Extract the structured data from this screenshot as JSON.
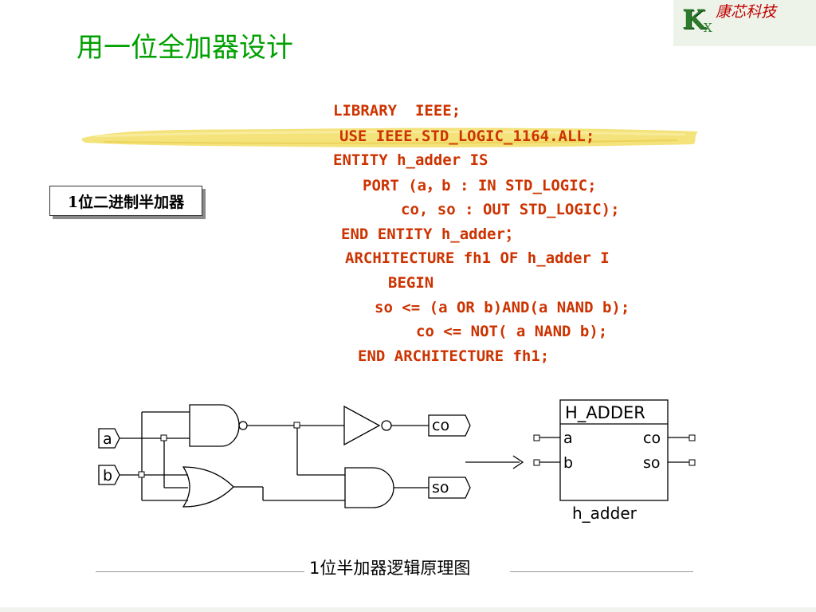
{
  "logo": {
    "letter_k": "K",
    "letter_x": "X",
    "company": "康芯科技"
  },
  "title": "用一位全加器设计",
  "label": "1位二进制半加器",
  "code_lines": [
    "LIBRARY  IEEE;",
    "USE IEEE.STD_LOGIC_1164.ALL;",
    "ENTITY h_adder IS",
    "PORT (a，b : IN STD_LOGIC;",
    "co, so : OUT STD_LOGIC);",
    "END ENTITY h_adder；",
    "ARCHITECTURE fh1 OF h_adder I",
    "BEGIN",
    "so <= (a OR b)AND(a NAND b);",
    "co <= NOT( a NAND b);",
    "END ARCHITECTURE fh1;"
  ],
  "diagram": {
    "input_a": "a",
    "input_b": "b",
    "output_co": "co",
    "output_so": "so",
    "block_title": "H_ADDER",
    "block_pin_a": "a",
    "block_pin_b": "b",
    "block_pin_co": "co",
    "block_pin_so": "so",
    "block_instance": "h_adder"
  },
  "caption": "1位半加器逻辑原理图",
  "colors": {
    "title": "#00a000",
    "code": "#cc3300",
    "logo_green": "#2a7a2a",
    "logo_red": "#c00000",
    "highlight": "#f4e27a"
  }
}
